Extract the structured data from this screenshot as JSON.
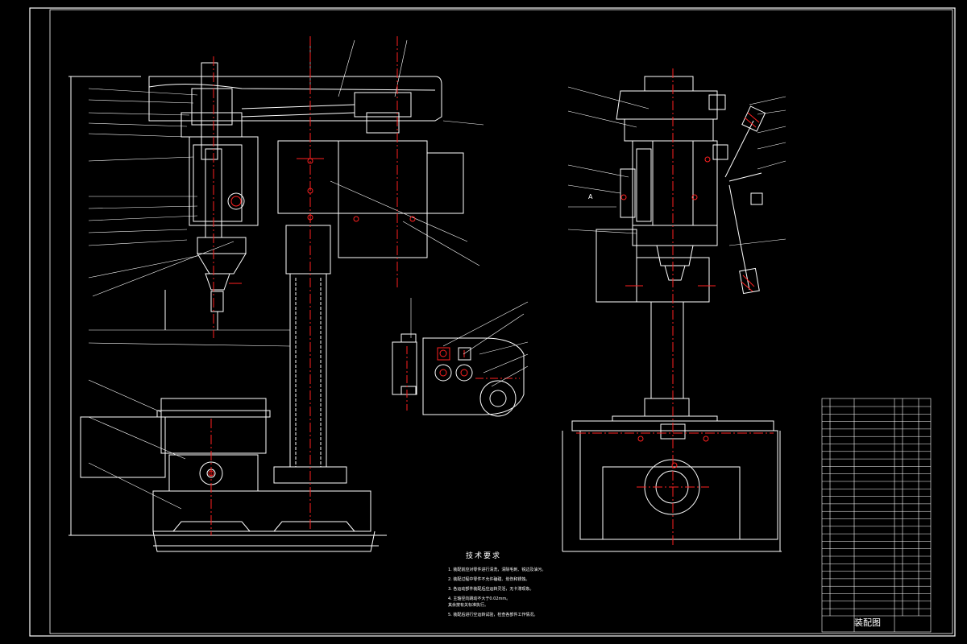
{
  "drawing": {
    "view_label": "A",
    "technical_requirements_title": "技术要求",
    "notes": [
      "1. 装配前应对零件进行清洗，清除毛刺、锐边及油污。",
      "2. 装配过程中零件不允许磕碰、划伤和锈蚀。",
      "3. 各运动部件装配后应运转灵活，无卡滞现象。",
      "4. 主轴径向跳动不大于0.02mm。",
      "   其余按有关标准执行。",
      "5. 装配后进行空运转试验，检查各部件工作情况。"
    ],
    "title_block": {
      "drawing_name": "装配图"
    }
  }
}
